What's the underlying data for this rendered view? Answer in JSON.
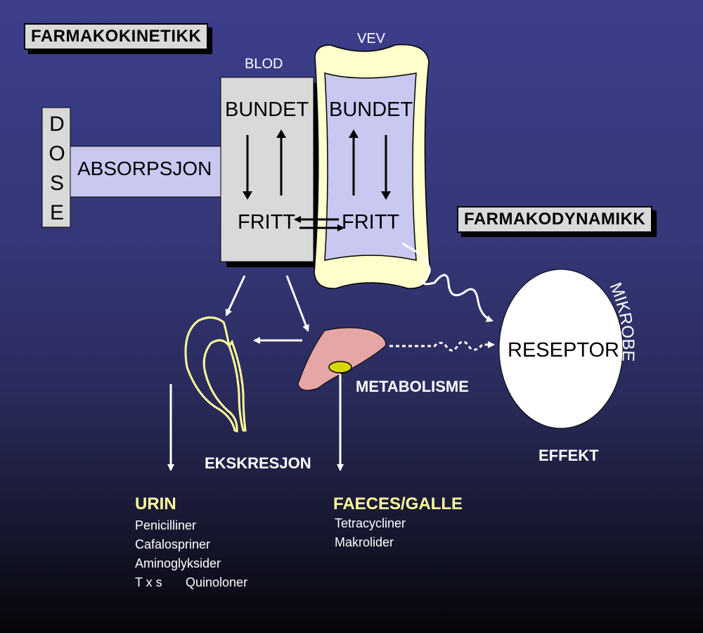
{
  "titles": {
    "farmakokinetikk": "FARMAKOKINETIKK",
    "farmakodynamikk": "FARMAKODYNAMIKK"
  },
  "labels": {
    "blod": "BLOD",
    "vev": "VEV",
    "dose_letters": [
      "D",
      "O",
      "S",
      "E"
    ],
    "absorpsjon": "ABSORPSJON",
    "bundet_blod": "BUNDET",
    "bundet_vev": "BUNDET",
    "fritt_blod": "FRITT",
    "fritt_vev": "FRITT",
    "metabolisme": "METABOLISME",
    "ekskresjon": "EKSKRESJON",
    "reseptor": "RESEPTOR",
    "mikrobe": "MIKROBE",
    "effekt": "EFFEKT"
  },
  "urin": {
    "heading": "URIN",
    "items": [
      "Penicilliner",
      "Cafalospriner",
      "Aminoglyksider"
    ],
    "last_row": [
      "T x s",
      "Quinoloner"
    ]
  },
  "faeces": {
    "heading": "FAECES/GALLE",
    "items": [
      "Tetracycliner",
      "Makrolider"
    ]
  },
  "colors": {
    "background_top": "#3c3e8c",
    "background_bottom": "#050509",
    "title_box": "#d9d9d9",
    "blod_box": "#d9d9d9",
    "vev_outer": "#ffffcc",
    "vev_inner": "#c8c8f0",
    "absorpsjon_bar": "#c8c8f0",
    "liver": "#e6a6a6",
    "gallbladder": "#d8d800",
    "kidney_stroke": "#ffff99",
    "receptor": "#ffffff",
    "list_heading": "#ffff99"
  }
}
